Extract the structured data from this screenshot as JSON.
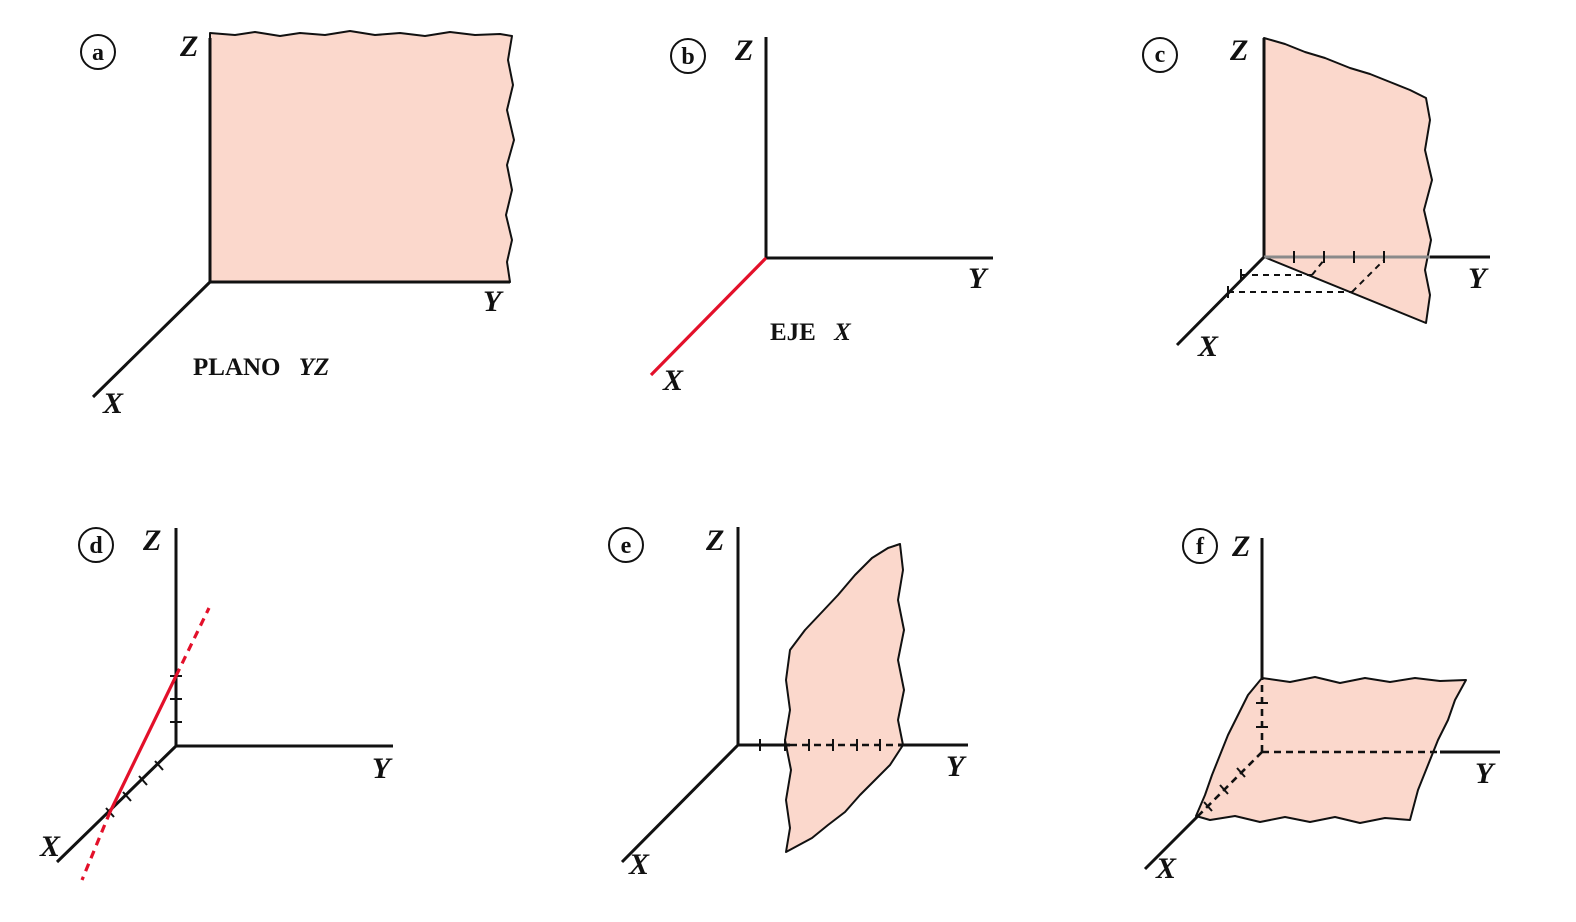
{
  "panels": [
    {
      "id": "a",
      "letter": "a",
      "axis_x": "X",
      "axis_y": "Y",
      "axis_z": "Z",
      "caption_text": "PLANO",
      "caption_var": "YZ"
    },
    {
      "id": "b",
      "letter": "b",
      "axis_x": "X",
      "axis_y": "Y",
      "axis_z": "Z",
      "caption_text": "EJE",
      "caption_var": "X"
    },
    {
      "id": "c",
      "letter": "c",
      "axis_x": "X",
      "axis_y": "Y",
      "axis_z": "Z"
    },
    {
      "id": "d",
      "letter": "d",
      "axis_x": "X",
      "axis_y": "Y",
      "axis_z": "Z"
    },
    {
      "id": "e",
      "letter": "e",
      "axis_x": "X",
      "axis_y": "Y",
      "axis_z": "Z"
    },
    {
      "id": "f",
      "letter": "f",
      "axis_x": "X",
      "axis_y": "Y",
      "axis_z": "Z"
    }
  ],
  "colors": {
    "sheet_fill": "#fbd8cc",
    "highlight_red": "#e3102a",
    "axis": "#111111"
  }
}
